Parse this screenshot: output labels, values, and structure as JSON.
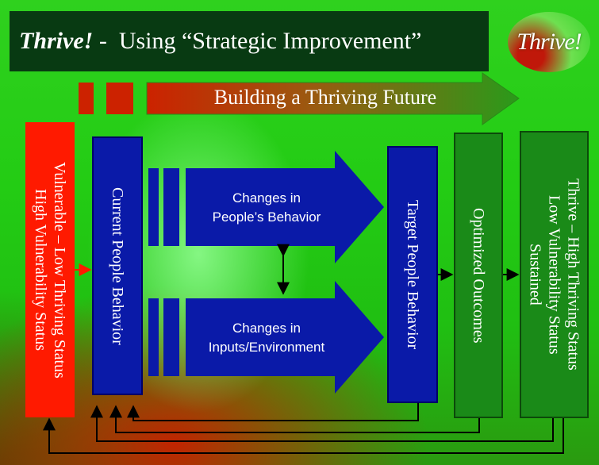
{
  "title": {
    "brand": "Thrive!",
    "rest": " -  Using “Strategic Improvement”"
  },
  "logo": {
    "text": "Thrive!"
  },
  "future_arrow": {
    "label": "Building a Thriving Future"
  },
  "boxes": {
    "vulnerable": {
      "line1": "Vulnerable – Low Thriving Status",
      "line2": "High Vulnerability Status"
    },
    "current": {
      "label": "Current People Behavior"
    },
    "target": {
      "label": "Target People Behavior"
    },
    "optimized": {
      "label": "Optimized Outcomes"
    },
    "thrive": {
      "line1": "Thrive – High Thriving Status",
      "line2": "Low Vulnerability Status",
      "line3": "Sustained"
    }
  },
  "arrows": {
    "behavior": {
      "line1": "Changes in",
      "line2": "People’s Behavior"
    },
    "inputs": {
      "line1": "Changes in",
      "line2": "Inputs/Environment"
    }
  },
  "colors": {
    "vulnerable": "#ff1a00",
    "blue": "#0a1aa8",
    "green_box": "#1a8a18",
    "title_bg": "#083a12"
  }
}
